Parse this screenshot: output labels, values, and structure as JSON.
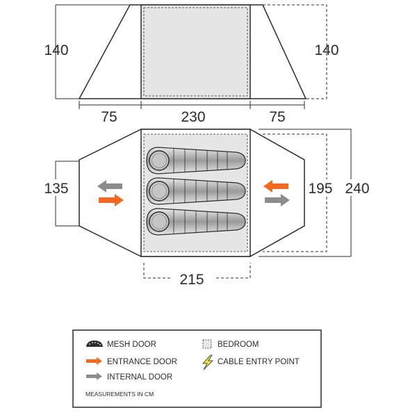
{
  "elevation": {
    "height_left": "140",
    "height_right": "140"
  },
  "widths": {
    "porch_left": "75",
    "bedroom_length": "230",
    "porch_right": "75"
  },
  "floorplan": {
    "end_width": "135",
    "bedroom_width": "195",
    "total_width": "240",
    "bedroom_floor_length": "215",
    "sleeping_bags": 3
  },
  "legend": {
    "mesh_door": "MESH DOOR",
    "entrance_door": "ENTRANCE DOOR",
    "internal_door": "INTERNAL DOOR",
    "bedroom": "BEDROOM",
    "cable_entry": "CABLE ENTRY POINT",
    "note": "MEASUREMENTS IN CM"
  },
  "colors": {
    "outline": "#2b2b2b",
    "bedroom_fill": "#e6e6e6",
    "entrance_arrow": "#f26a21",
    "internal_arrow": "#8c8c8c",
    "cable_icon": "#e8e83a"
  },
  "icons": {
    "mesh_door": "mesh-door-icon",
    "entrance_door": "orange-arrow-icon",
    "internal_door": "grey-arrow-icon",
    "bedroom": "dashed-square-icon",
    "cable_entry": "lightning-bolt-icon"
  }
}
